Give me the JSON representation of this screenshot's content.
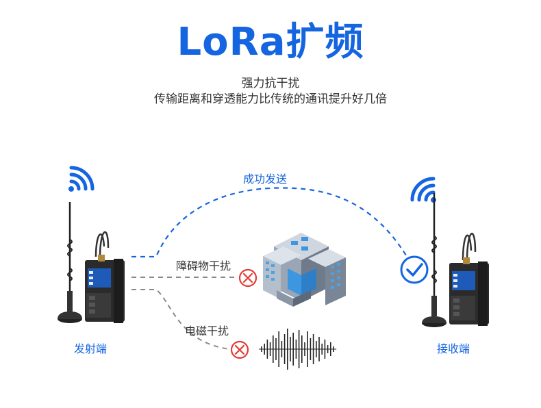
{
  "header": {
    "title": "LoRa扩频",
    "subtitle_line1": "强力抗干扰",
    "subtitle_line2": "传输距离和穿透能力比传统的通讯提升好几倍"
  },
  "diagram": {
    "success_label": "成功发送",
    "obstacle_label": "障碍物干扰",
    "em_label": "电磁干扰",
    "sender_label": "发射端",
    "receiver_label": "接收端"
  },
  "colors": {
    "accent": "#1565e0",
    "fail": "#e53935",
    "dashed_gray": "#888888"
  },
  "icons": [
    "wifi-icon",
    "success-check-icon",
    "fail-x-icon",
    "building-icon",
    "waveform-icon",
    "antenna-icon",
    "lora-device-icon"
  ]
}
